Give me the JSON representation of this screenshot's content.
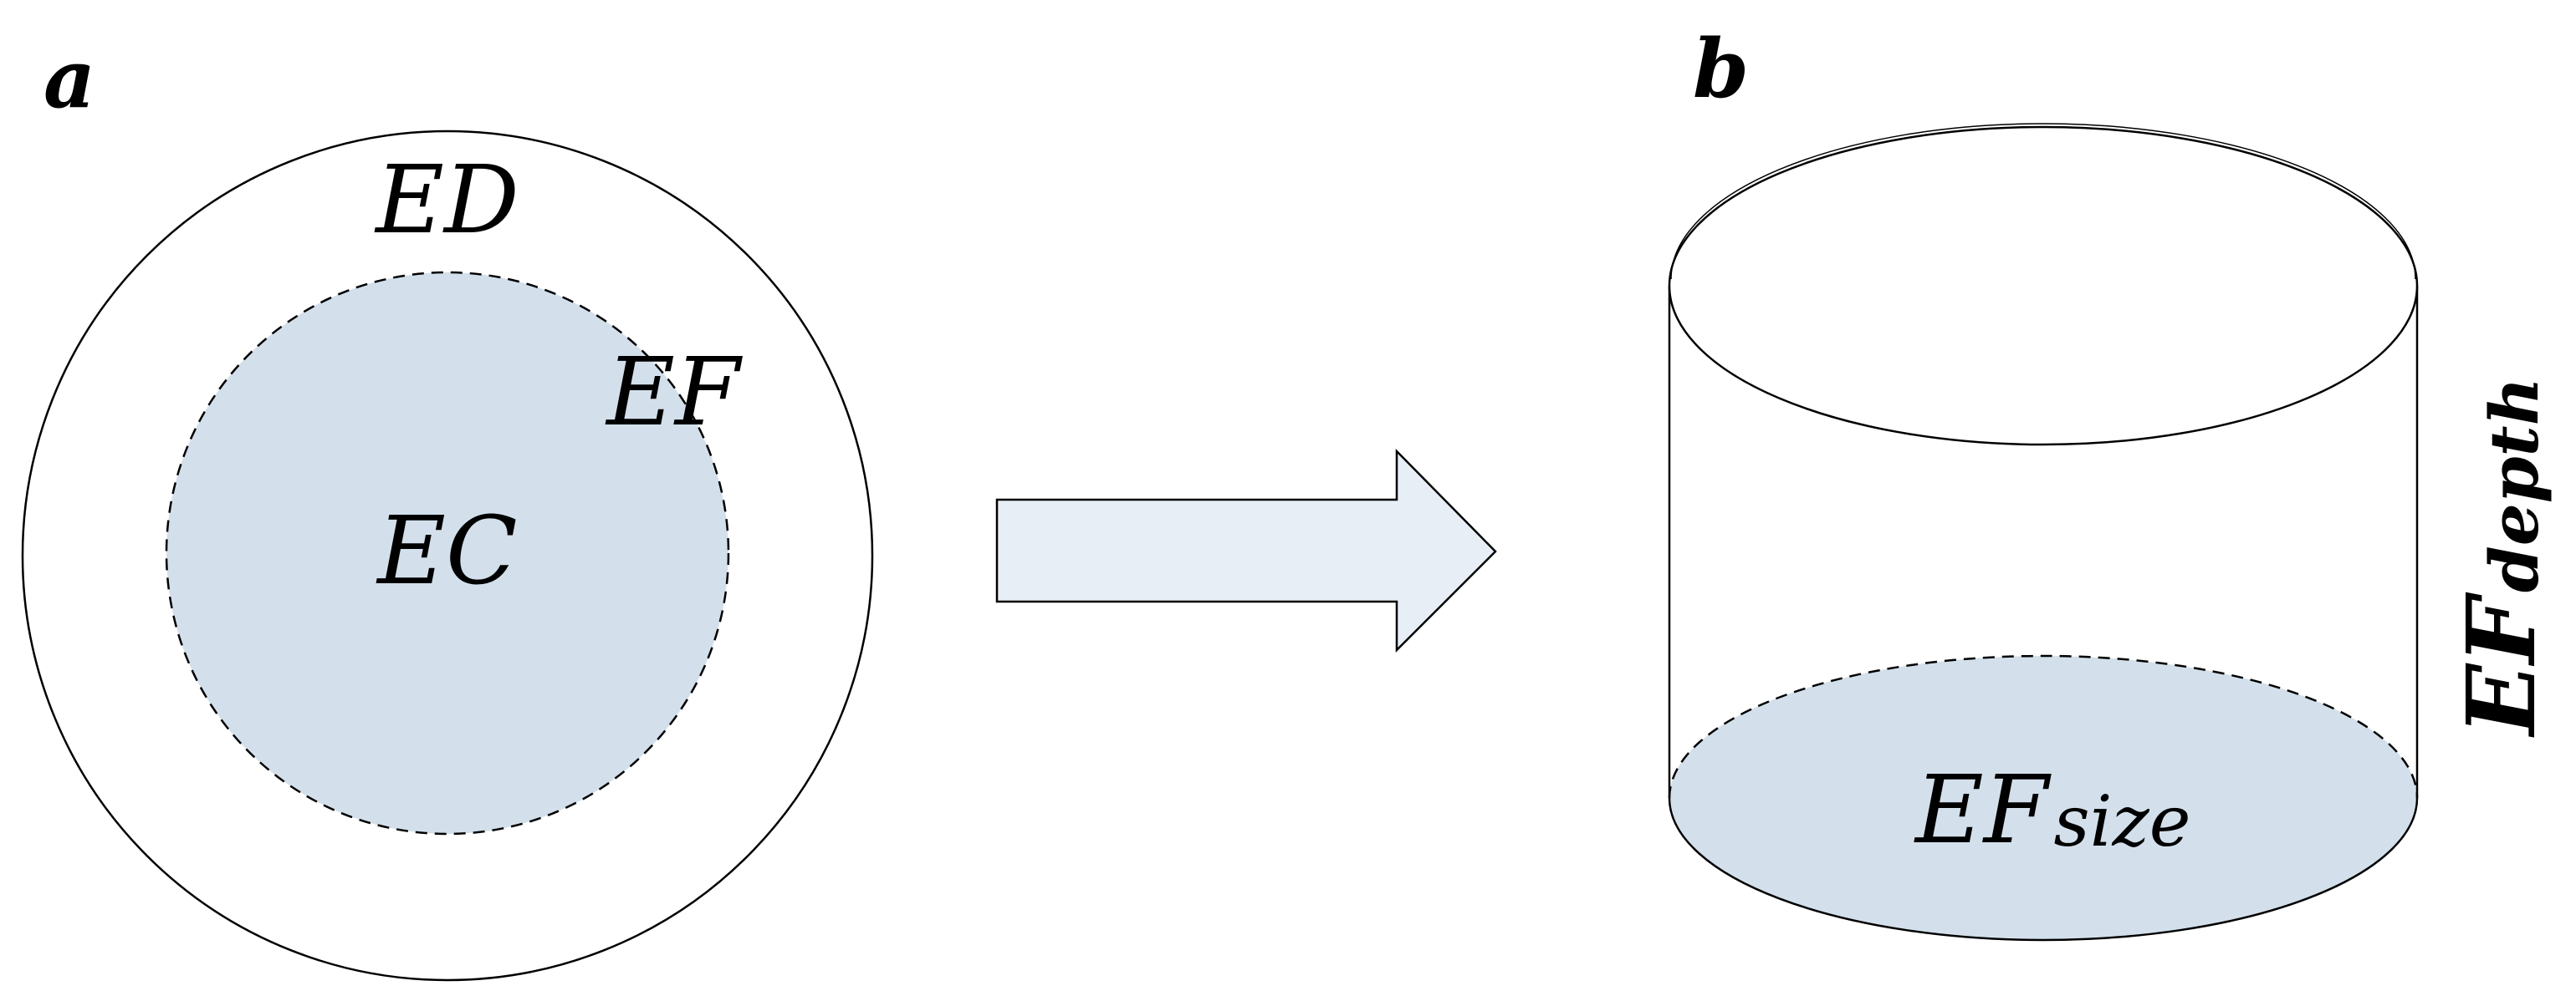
{
  "panels": {
    "a": {
      "label": "a",
      "outer_label": "ED",
      "boundary_label": "EF",
      "inner_label": "EC"
    },
    "b": {
      "label": "b",
      "base_label_main": "EF",
      "base_label_sub": "size",
      "height_label_main": "EF",
      "height_label_sub": "depth"
    }
  },
  "colors": {
    "line": "#000000",
    "inner_fill": "#d3e0eb",
    "arrow_fill": "#e7eef6",
    "arrow_stroke": "#000000",
    "background": "#ffffff"
  }
}
